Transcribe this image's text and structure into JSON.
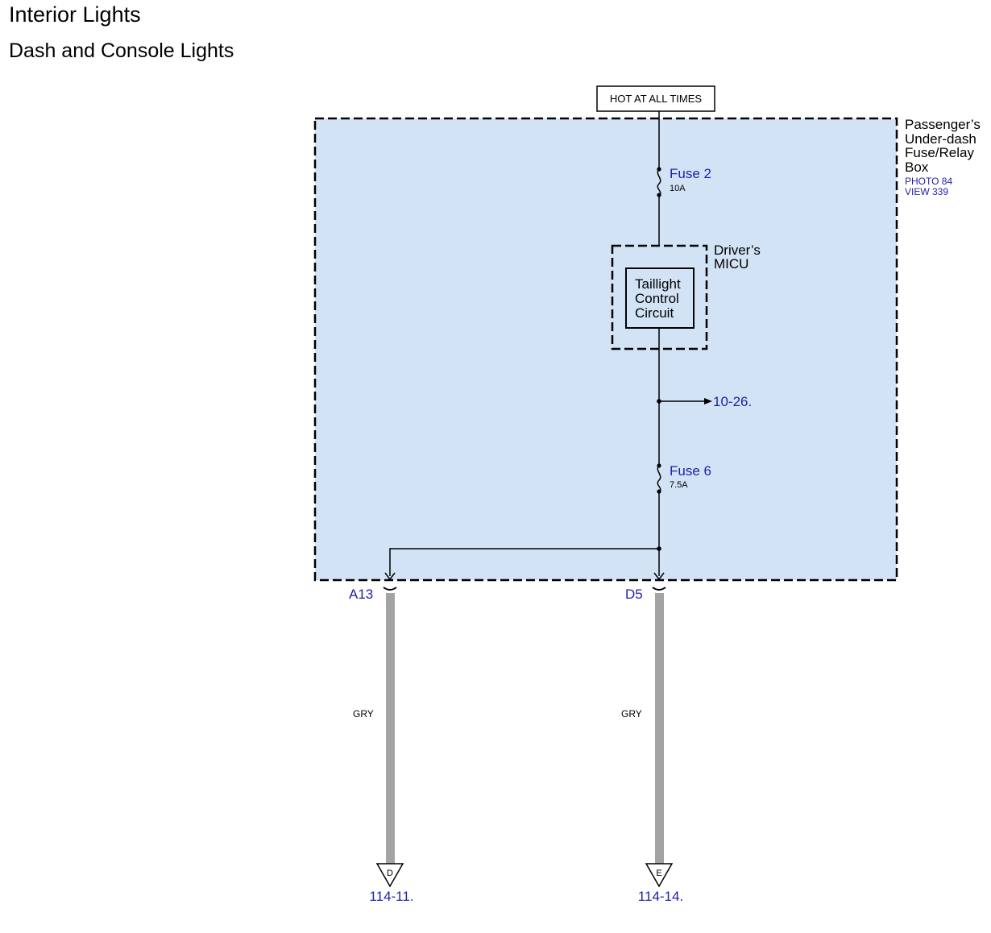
{
  "title": "Interior Lights",
  "subtitle": "Dash and Console Lights",
  "colors": {
    "box_fill": "#d2e3f5",
    "link_blue": "#1f1fa8",
    "wire_gray": "#a3a3a3",
    "line": "#000000"
  },
  "power_source": "HOT AT ALL TIMES",
  "fuse_box": {
    "name_lines": [
      "Passenger’s",
      "Under-dash",
      "Fuse/Relay",
      "Box"
    ],
    "photo_ref": "PHOTO 84",
    "view_ref": "VIEW 339"
  },
  "fuse_2": {
    "label": "Fuse 2",
    "rating": "10A"
  },
  "micu": {
    "name_lines": [
      "Driver’s",
      "MICU"
    ],
    "circuit_lines": [
      "Taillight",
      "Control",
      "Circuit"
    ]
  },
  "branch_ref": "10-26.",
  "fuse_6": {
    "label": "Fuse 6",
    "rating": "7.5A"
  },
  "connectors": [
    {
      "pin": "A13",
      "wire_color": "GRY",
      "terminal": "D",
      "ref": "114-11."
    },
    {
      "pin": "D5",
      "wire_color": "GRY",
      "terminal": "E",
      "ref": "114-14."
    }
  ]
}
